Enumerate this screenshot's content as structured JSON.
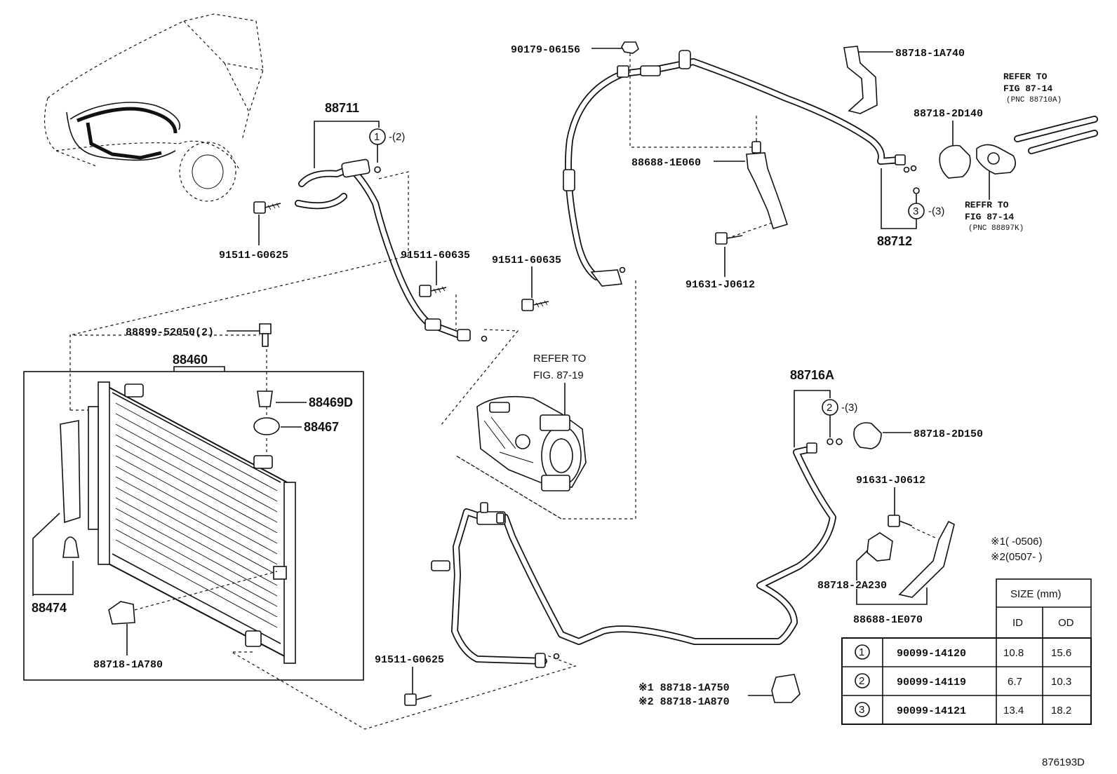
{
  "diagram_id": "876193D",
  "labels": {
    "p_90179_06156": "90179-06156",
    "p_88718_1A740": "88718-1A740",
    "ref_fig_87_14_a_1": "REFER TO",
    "ref_fig_87_14_a_2": "FIG 87-14",
    "ref_fig_87_14_a_3": "(PNC 88710A)",
    "p_88718_2D140": "88718-2D140",
    "p_88711": "88711",
    "qty_1": "-(2)",
    "p_91511_G0625_top": "91511-G0625",
    "p_91511_60635_a": "91511-60635",
    "p_91511_60635_b": "91511-60635",
    "p_88688_1E060": "88688-1E060",
    "p_91631_J0612_top": "91631-J0612",
    "qty_3": "-(3)",
    "p_88712": "88712",
    "ref_fig_87_14_b_1": "REFFR TO",
    "ref_fig_87_14_b_2": "FIG 87-14",
    "ref_fig_87_14_b_3": "(PNC 88897K)",
    "p_88899_52050": "88899-52050(2)",
    "p_88460": "88460",
    "p_88469D": "88469D",
    "p_88467": "88467",
    "ref_fig_87_19_1": "REFER TO",
    "ref_fig_87_19_2": "FIG. 87-19",
    "p_88716A": "88716A",
    "qty_2": "-(3)",
    "p_88718_2D150": "88718-2D150",
    "p_91631_J0612_bottom": "91631-J0612",
    "note_1": "※1(      -0506)",
    "note_2": "※2(0507-      )",
    "p_88718_2A230": "88718-2A230",
    "p_88688_1E070": "88688-1E070",
    "p_88474": "88474",
    "p_88718_1A780": "88718-1A780",
    "p_91511_G0625_bottom": "91511-G0625",
    "p_88718_1A750": "※1 88718-1A750",
    "p_88718_1A870": "※2 88718-1A870"
  },
  "size_table": {
    "title": "SIZE (mm)",
    "col_id": "ID",
    "col_od": "OD",
    "rows": [
      {
        "no": "1",
        "part": "90099-14120",
        "id": "10.8",
        "od": "15.6"
      },
      {
        "no": "2",
        "part": "90099-14119",
        "id": "6.7",
        "od": "10.3"
      },
      {
        "no": "3",
        "part": "90099-14121",
        "id": "13.4",
        "od": "18.2"
      }
    ]
  }
}
